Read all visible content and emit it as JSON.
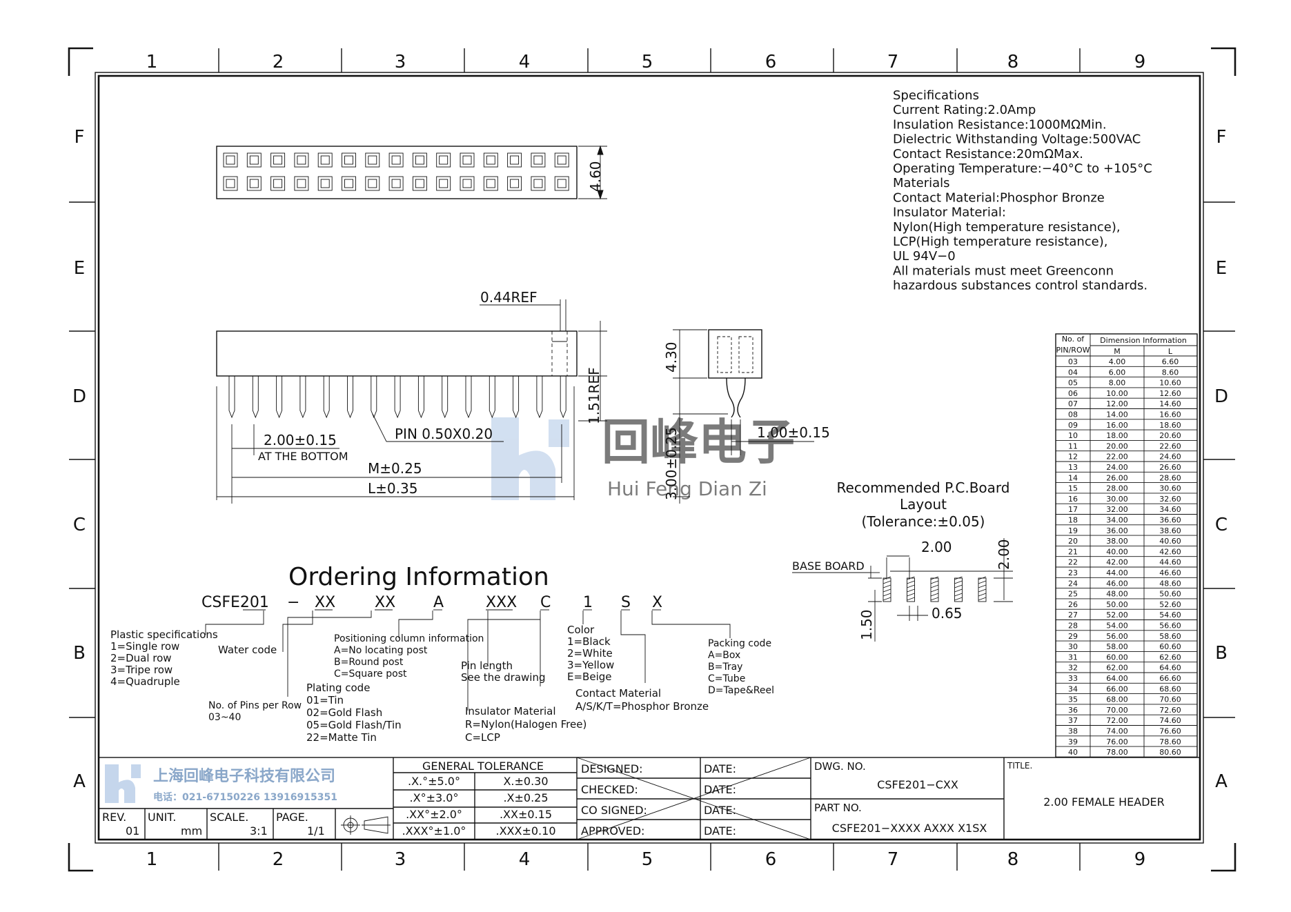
{
  "zones": {
    "columns": [
      "1",
      "2",
      "3",
      "4",
      "5",
      "6",
      "7",
      "8",
      "9"
    ],
    "rows": [
      "F",
      "E",
      "D",
      "C",
      "B",
      "A"
    ]
  },
  "specs": {
    "lines": [
      "Specifications",
      "Current  Rating:2.0Amp",
      "Insulation  Resistance:1000MΩMin.",
      "Dielectric  Withstanding  Voltage:500VAC",
      "Contact  Resistance:20mΩMax.",
      "Operating  Temperature:−40°C  to  +105°C",
      "Materials",
      "Contact  Material:Phosphor Bronze",
      "Insulator  Material:",
      "Nylon(High  temperature  resistance),",
      "LCP(High  temperature  resistance),",
      "UL  94V−0",
      "All  materials  must  meet  Greenconn",
      "hazardous  substances  control  standards."
    ]
  },
  "top_view": {
    "dim_height": "4.60",
    "pins_per_row": 15
  },
  "front_view": {
    "dim_ref": "0.44REF",
    "dim_pitch": "2.00±0.15",
    "pitch_note": "AT THE BOTTOM",
    "pin_label": "PIN  0.50X0.20",
    "dim_m": "M±0.25",
    "dim_l": "L±0.35",
    "dim_tail_ref": "1.51REF"
  },
  "side_view": {
    "dim_body": "4.30",
    "dim_tail": "3.00±0.25",
    "dim_spacing": "1.00±0.15"
  },
  "watermark": {
    "cn": "回峰电子",
    "pinyin": "Hui Feng Dian Zi"
  },
  "pcb_layout": {
    "title_lines": [
      "Recommended  P.C.Board",
      "Layout",
      "(Tolerance:±0.05)"
    ],
    "base_board": "BASE  BOARD",
    "dim_pitch_x": "2.00",
    "dim_pitch_y": "2.00",
    "dim_hole_len": "1.50",
    "dim_hole_w": "0.65"
  },
  "dimension_table": {
    "header_count": "No. of",
    "header_count2": "PIN/ROW",
    "header_dim": "Dimension  Information",
    "col_m": "M",
    "col_l": "L",
    "rows": [
      [
        "03",
        "4.00",
        "6.60"
      ],
      [
        "04",
        "6.00",
        "8.60"
      ],
      [
        "05",
        "8.00",
        "10.60"
      ],
      [
        "06",
        "10.00",
        "12.60"
      ],
      [
        "07",
        "12.00",
        "14.60"
      ],
      [
        "08",
        "14.00",
        "16.60"
      ],
      [
        "09",
        "16.00",
        "18.60"
      ],
      [
        "10",
        "18.00",
        "20.60"
      ],
      [
        "11",
        "20.00",
        "22.60"
      ],
      [
        "12",
        "22.00",
        "24.60"
      ],
      [
        "13",
        "24.00",
        "26.60"
      ],
      [
        "14",
        "26.00",
        "28.60"
      ],
      [
        "15",
        "28.00",
        "30.60"
      ],
      [
        "16",
        "30.00",
        "32.60"
      ],
      [
        "17",
        "32.00",
        "34.60"
      ],
      [
        "18",
        "34.00",
        "36.60"
      ],
      [
        "19",
        "36.00",
        "38.60"
      ],
      [
        "20",
        "38.00",
        "40.60"
      ],
      [
        "21",
        "40.00",
        "42.60"
      ],
      [
        "22",
        "42.00",
        "44.60"
      ],
      [
        "23",
        "44.00",
        "46.60"
      ],
      [
        "24",
        "46.00",
        "48.60"
      ],
      [
        "25",
        "48.00",
        "50.60"
      ],
      [
        "26",
        "50.00",
        "52.60"
      ],
      [
        "27",
        "52.00",
        "54.60"
      ],
      [
        "28",
        "54.00",
        "56.60"
      ],
      [
        "29",
        "56.00",
        "58.60"
      ],
      [
        "30",
        "58.00",
        "60.60"
      ],
      [
        "31",
        "60.00",
        "62.60"
      ],
      [
        "32",
        "62.00",
        "64.60"
      ],
      [
        "33",
        "64.00",
        "66.60"
      ],
      [
        "34",
        "66.00",
        "68.60"
      ],
      [
        "35",
        "68.00",
        "70.60"
      ],
      [
        "36",
        "70.00",
        "72.60"
      ],
      [
        "37",
        "72.00",
        "74.60"
      ],
      [
        "38",
        "74.00",
        "76.60"
      ],
      [
        "39",
        "76.00",
        "78.60"
      ],
      [
        "40",
        "78.00",
        "80.60"
      ]
    ]
  },
  "ordering": {
    "title": "Ordering  Information",
    "code": [
      "CSFE201",
      "−",
      "XX",
      "XX",
      "A",
      "XXX",
      "C",
      "1",
      "S",
      "X"
    ],
    "plastic": [
      "Plastic  specifications",
      "1=Single  row",
      "2=Dual  row",
      "3=Tripe  row",
      "4=Quadruple"
    ],
    "water": "Water  code",
    "pins": [
      "No.  of  Pins  per  Row",
      "03~40"
    ],
    "positioning": [
      "Positioning  column  information",
      "A=No  locating  post",
      "B=Round  post",
      "C=Square  post"
    ],
    "plating": [
      "Plating  code",
      "01=Tin",
      "02=Gold  Flash",
      "05=Gold  Flash/Tin",
      "22=Matte  Tin"
    ],
    "pin_length": [
      "Pin  length",
      "See  the  drawing"
    ],
    "insulator": [
      "Insulator  Material",
      "R=Nylon(Halogen  Free)",
      "C=LCP"
    ],
    "color": [
      "Color",
      "1=Black",
      "2=White",
      "3=Yellow",
      "E=Beige"
    ],
    "contact": [
      "Contact  Material",
      "A/S/K/T=Phosphor  Bronze"
    ],
    "packing": [
      "Packing  code",
      "A=Box",
      "B=Tray",
      "C=Tube",
      "D=Tape&Reel"
    ]
  },
  "title_block": {
    "company_cn": "上海回峰电子科技有限公司",
    "phone": "电话：021-67150226   13916915351",
    "rev_label": "REV.",
    "rev_value": "01",
    "unit_label": "UNIT.",
    "unit_value": "mm",
    "scale_label": "SCALE.",
    "scale_value": "3:1",
    "page_label": "PAGE.",
    "page_value": "1/1",
    "tolerance_header": "GENERAL  TOLERANCE",
    "tolerances": [
      [
        ".X.°±5.0°",
        "X.±0.30"
      ],
      [
        ".X°±3.0°",
        ".X±0.25"
      ],
      [
        ".XX°±2.0°",
        ".XX±0.15"
      ],
      [
        ".XXX°±1.0°",
        ".XXX±0.10"
      ]
    ],
    "signoff": [
      "DESIGNED:",
      "CHECKED:",
      "CO  SIGNED:",
      "APPROVED:"
    ],
    "date_label": "DATE:",
    "dwg_label": "DWG.  NO.",
    "dwg_value": "CSFE201−CXX",
    "part_label": "PART  NO.",
    "part_value": "CSFE201−XXXX  AXXX  X1SX",
    "title_label": "TITLE.",
    "title_value": "2.00  FEMALE  HEADER"
  }
}
